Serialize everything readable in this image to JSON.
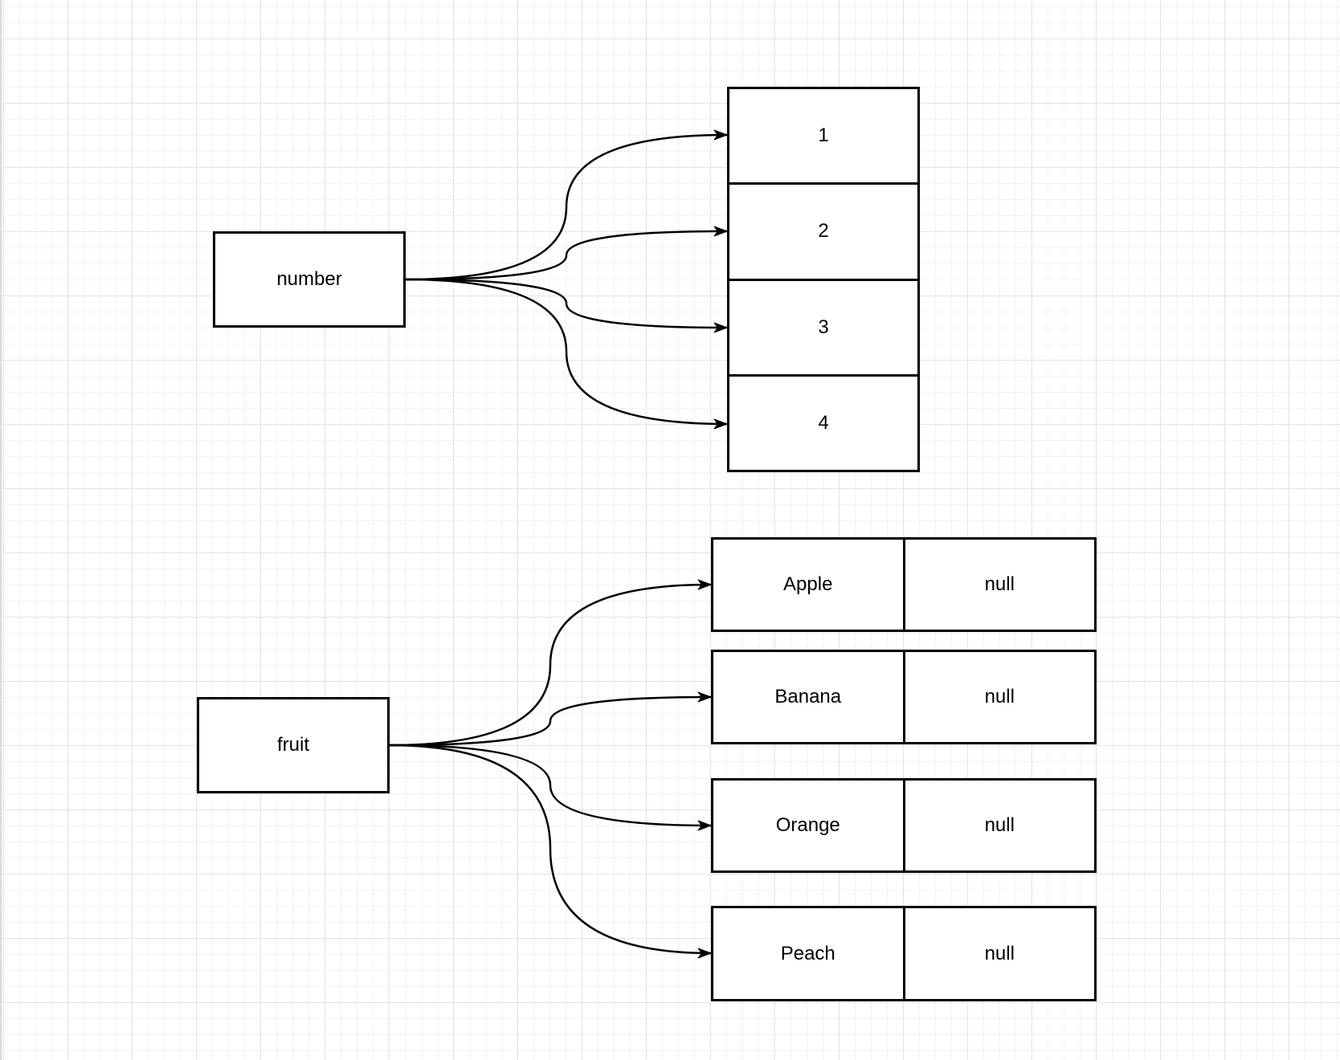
{
  "diagram": {
    "stroke_color": "#000000",
    "canvas_background": "#ffffff",
    "grid_minor_color": "#f2f2f4",
    "grid_major_color": "#e2e2e5",
    "number_group": {
      "source_label": "number",
      "array_cells": [
        "1",
        "2",
        "3",
        "4"
      ]
    },
    "fruit_group": {
      "source_label": "fruit",
      "nodes": [
        {
          "value": "Apple",
          "pointer": "null"
        },
        {
          "value": "Banana",
          "pointer": "null"
        },
        {
          "value": "Orange",
          "pointer": "null"
        },
        {
          "value": "Peach",
          "pointer": "null"
        }
      ]
    }
  }
}
